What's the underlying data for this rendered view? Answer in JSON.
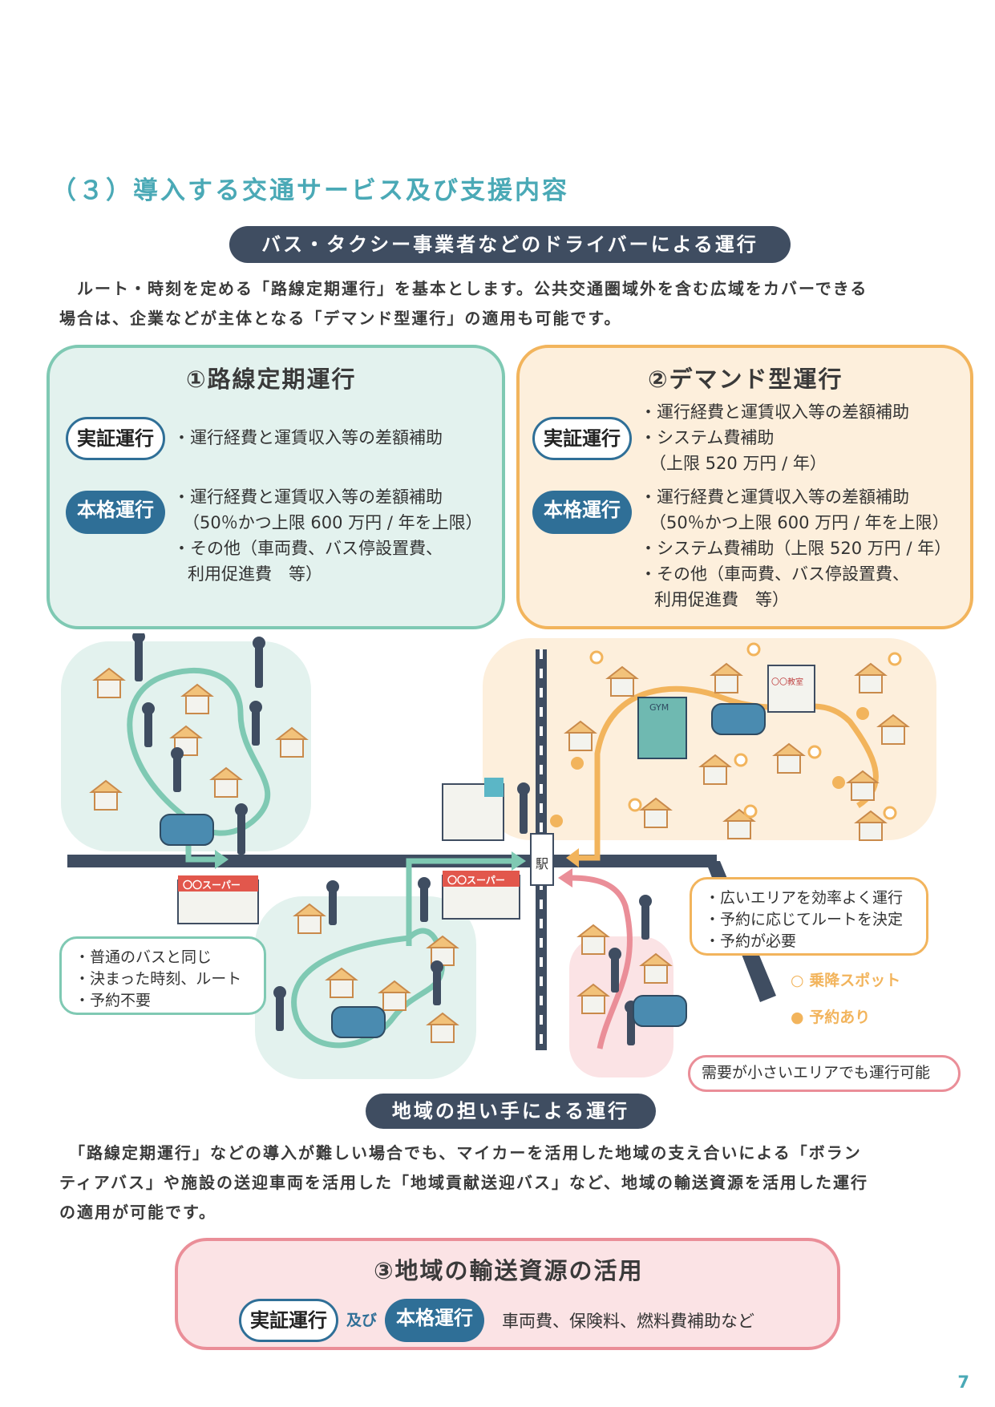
{
  "section_title": "（３）導入する交通サービス及び支援内容",
  "header1": "バス・タクシー事業者などのドライバーによる運行",
  "intro1": [
    "　ルート・時刻を定める「路線定期運行」を基本とします。公共交通圏域外を含む広域をカバーできる",
    "場合は、企業などが主体となる「デマンド型運行」の適用も可能です。"
  ],
  "panel1": {
    "title": "①路線定期運行",
    "tag_demo": "実証運行",
    "demo_items": [
      "・運行経費と運賃収入等の差額補助"
    ],
    "tag_full": "本格運行",
    "full_items": [
      "・運行経費と運賃収入等の差額補助",
      "（50％かつ上限 600 万円 / 年を上限）",
      "・その他（車両費、バス停設置費、",
      "利用促進費　等）"
    ]
  },
  "panel2": {
    "title": "②デマンド型運行",
    "tag_demo": "実証運行",
    "demo_items": [
      "・運行経費と運賃収入等の差額補助",
      "・システム費補助",
      "（上限 520 万円 / 年）"
    ],
    "tag_full": "本格運行",
    "full_items": [
      "・運行経費と運賃収入等の差額補助",
      "（50％かつ上限 600 万円 / 年を上限）",
      "・システム費補助（上限 520 万円 / 年）",
      "・その他（車両費、バス停設置費、",
      "利用促進費　等）"
    ]
  },
  "map": {
    "station_label": "駅",
    "supermarket_label": "〇〇スーパー",
    "gym_label": "GYM",
    "school_label": "〇〇教室",
    "note_route": [
      "・普通のバスと同じ",
      "・決まった時刻、ルート",
      "・予約不要"
    ],
    "note_demand": [
      "・広いエリアを効率よく運行",
      "・予約に応じてルートを決定",
      "・予約が必要"
    ],
    "note_small": "需要が小さいエリアでも運行可能",
    "legend_spot": "乗降スポット",
    "legend_reserved": "予約あり"
  },
  "header2": "地域の担い手による運行",
  "intro2": [
    "　「路線定期運行」などの導入が難しい場合でも、マイカーを活用した地域の支え合いによる「ボラン",
    "ティアバス」や施設の送迎車両を活用した「地域貢献送迎バス」など、地域の輸送資源を活用した運行",
    "の適用が可能です。"
  ],
  "panel3": {
    "title": "③地域の輸送資源の活用",
    "tag_demo": "実証運行",
    "conj": "及び",
    "tag_full": "本格運行",
    "desc": "車両費、保険料、燃料費補助など"
  },
  "page_number": "7",
  "colors": {
    "teal": "#4aa9b6",
    "navy": "#3f4d61",
    "tag_blue": "#2f6f97",
    "green_panel": "#e3f2ee",
    "green_border": "#7fc9b3",
    "orange_panel": "#fdefdc",
    "orange_border": "#f2b45c",
    "pink_panel": "#fbe3e5",
    "pink_border": "#ea8e98"
  }
}
